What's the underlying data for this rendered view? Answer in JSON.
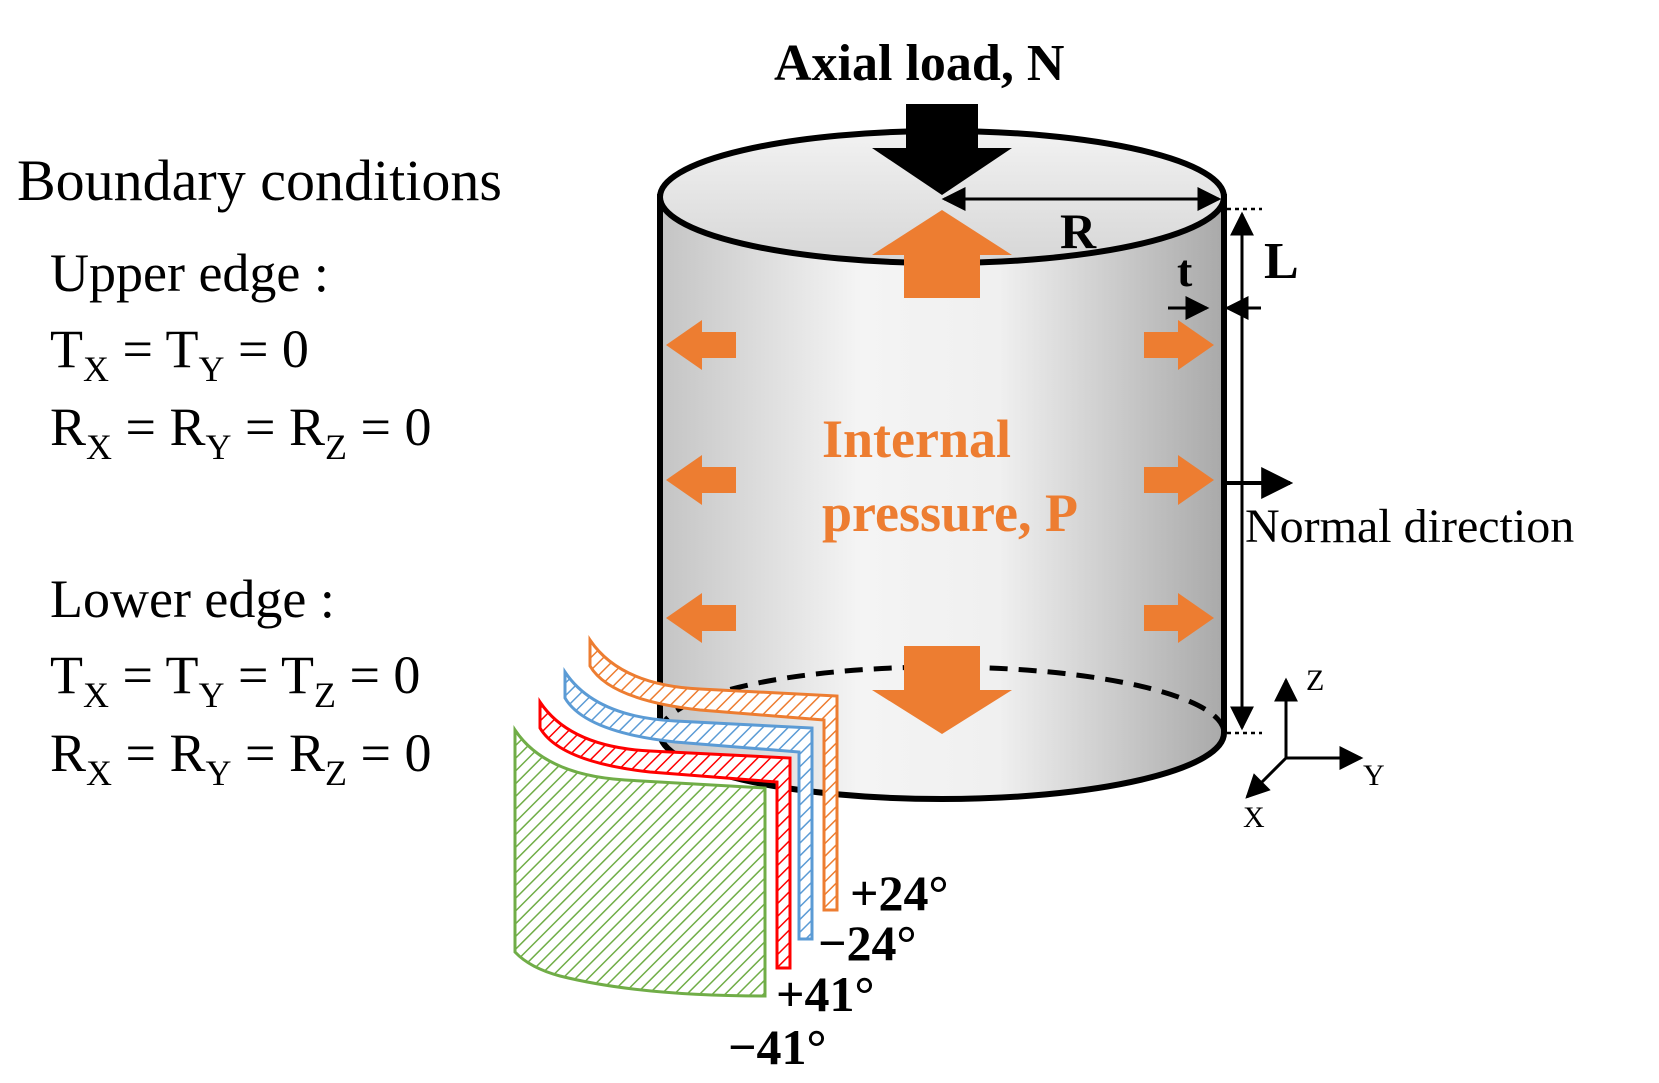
{
  "title": "Axial load, N",
  "pressure_label": {
    "line1": "Internal",
    "line2": "pressure, P"
  },
  "dimensions": {
    "radius": "R",
    "length": "L",
    "thickness": "t"
  },
  "normal_label": "Normal direction",
  "axes": {
    "z": "Z",
    "y": "Y",
    "x": "X"
  },
  "boundary": {
    "heading": "Boundary conditions",
    "upper": {
      "heading": "Upper edge :",
      "line1": {
        "a": "T",
        "a_sub": "X",
        "b": " = T",
        "b_sub": "Y",
        "c": " = 0"
      },
      "line2": {
        "a": "R",
        "a_sub": "X",
        "b": " = R",
        "b_sub": "Y",
        "c": " = R",
        "c_sub": "Z",
        "d": " = 0"
      }
    },
    "lower": {
      "heading": "Lower edge :",
      "line1": {
        "a": "T",
        "a_sub": "X",
        "b": " = T",
        "b_sub": "Y",
        "c": " = T",
        "c_sub": "Z",
        "d": " = 0"
      },
      "line2": {
        "a": "R",
        "a_sub": "X",
        "b": " = R",
        "b_sub": "Y",
        "c": " = R",
        "c_sub": "Z",
        "d": " = 0"
      }
    }
  },
  "plies": [
    {
      "label": "+24°",
      "color": "#ED7D31"
    },
    {
      "label": "−24°",
      "color": "#5B9BD5"
    },
    {
      "label": "+41°",
      "color": "#FF0000"
    },
    {
      "label": "−41°",
      "color": "#70AD47"
    }
  ],
  "colors": {
    "pressure_arrow": "#ED7D31",
    "load_arrow": "#000000"
  }
}
